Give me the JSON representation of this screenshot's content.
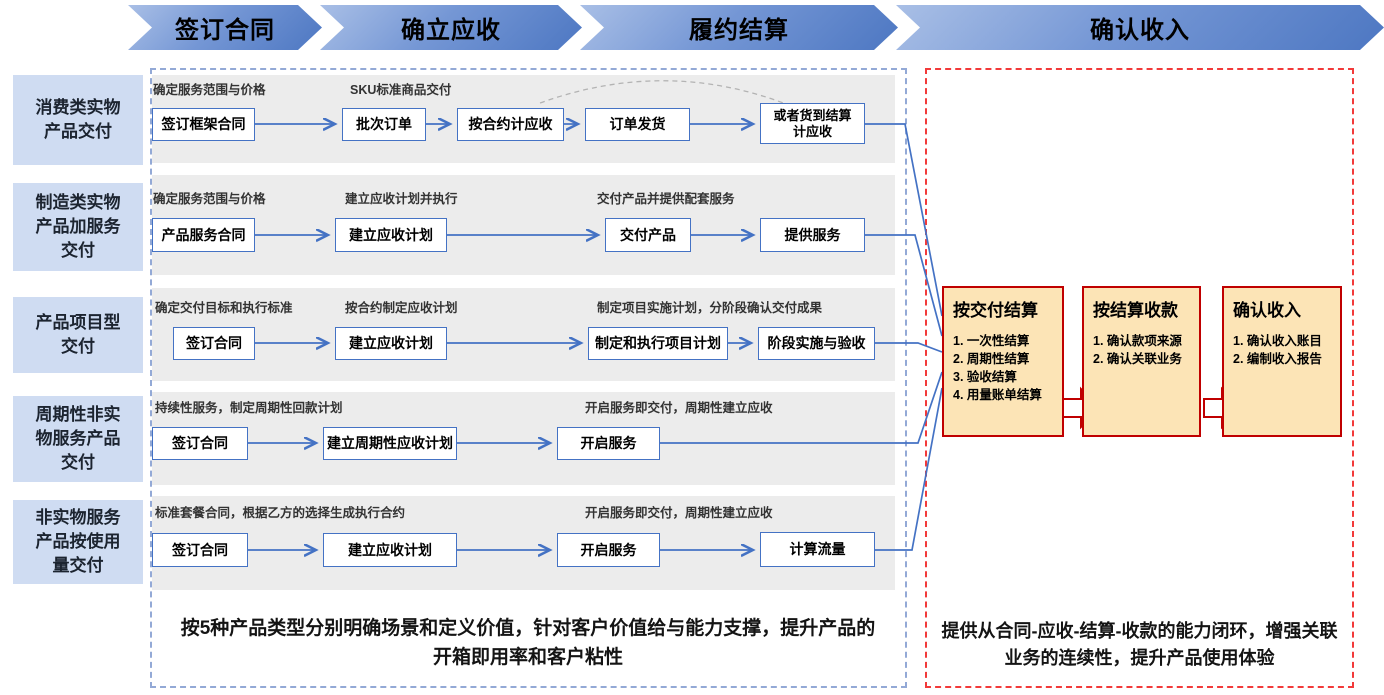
{
  "stages": [
    {
      "label": "签订合同"
    },
    {
      "label": "确立应收"
    },
    {
      "label": "履约结算"
    },
    {
      "label": "确认收入"
    }
  ],
  "rows": [
    {
      "label": "消费类实物\n产品交付",
      "annotations": [
        "确定服务范围与价格",
        "SKU标准商品交付"
      ],
      "boxes": [
        "签订框架合同",
        "批次订单",
        "按合约计应收",
        "订单发货",
        "或者货到结算\n计应收"
      ]
    },
    {
      "label": "制造类实物\n产品加服务\n交付",
      "annotations": [
        "确定服务范围与价格",
        "建立应收计划并执行",
        "交付产品并提供配套服务"
      ],
      "boxes": [
        "产品服务合同",
        "建立应收计划",
        "交付产品",
        "提供服务"
      ]
    },
    {
      "label": "产品项目型\n交付",
      "annotations": [
        "确定交付目标和执行标准",
        "按合约制定应收计划",
        "制定项目实施计划，分阶段确认交付成果"
      ],
      "boxes": [
        "签订合同",
        "建立应收计划",
        "制定和执行项目计划",
        "阶段实施与验收"
      ]
    },
    {
      "label": "周期性非实\n物服务产品\n交付",
      "annotations": [
        "持续性服务，制定周期性回款计划",
        "开启服务即交付，周期性建立应收"
      ],
      "boxes": [
        "签订合同",
        "建立周期性应收计划",
        "开启服务"
      ]
    },
    {
      "label": "非实物服务\n产品按使用\n量交付",
      "annotations": [
        "标准套餐合同，根据乙方的选择生成执行合约",
        "开启服务即交付，周期性建立应收"
      ],
      "boxes": [
        "签订合同",
        "建立应收计划",
        "开启服务",
        "计算流量"
      ]
    }
  ],
  "settlement": [
    {
      "title": "按交付结算",
      "items": [
        "1. 一次性结算",
        "2. 周期性结算",
        "3. 验收结算",
        "4. 用量账单结算"
      ]
    },
    {
      "title": "按结算收款",
      "items": [
        "1. 确认款项来源",
        "2. 确认关联业务"
      ]
    },
    {
      "title": "确认收入",
      "items": [
        "1. 确认收入账目",
        "2. 编制收入报告"
      ]
    }
  ],
  "captions": {
    "left": "按5种产品类型分别明确场景和定义价值，针对客户价值给与能力支撑，提升产品的开箱即用率和客户粘性",
    "right": "提供从合同-应收-结算-收款的能力闭环，增强关联业务的连续性，提升产品使用体验"
  },
  "colors": {
    "flow_blue": "#4472c4",
    "chevron_blue": "#4d77c2",
    "label_bg": "#cfdcf2",
    "band_gray": "#ececec",
    "settle_bg": "#fce4b6",
    "settle_border": "#c00000",
    "left_panel_border": "#93a9d6",
    "right_panel_border": "#f23a3a"
  }
}
